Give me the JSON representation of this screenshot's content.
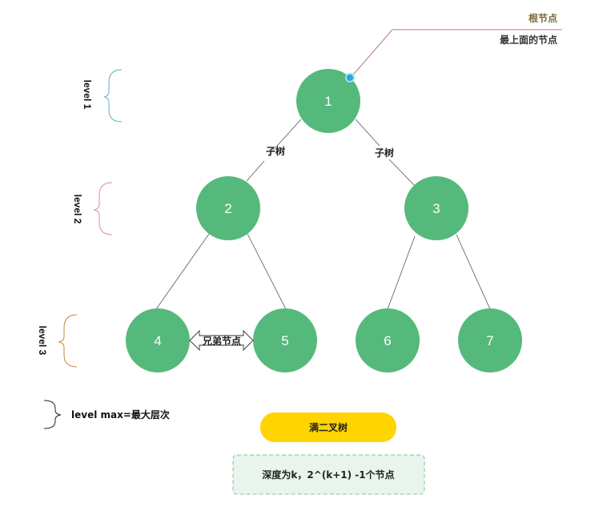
{
  "callout": {
    "title": "根节点",
    "subtitle": "最上面的节点"
  },
  "nodes": [
    {
      "id": "n1",
      "label": "1"
    },
    {
      "id": "n2",
      "label": "2"
    },
    {
      "id": "n3",
      "label": "3"
    },
    {
      "id": "n4",
      "label": "4"
    },
    {
      "id": "n5",
      "label": "5"
    },
    {
      "id": "n6",
      "label": "6"
    },
    {
      "id": "n7",
      "label": "7"
    }
  ],
  "edge_labels": {
    "left": "子树",
    "right": "子树"
  },
  "levels": {
    "l1": "level 1",
    "l2": "level 2",
    "l3": "level 3"
  },
  "sibling_label": "兄弟节点",
  "level_max": "level max=最大层次",
  "full_tree_label": "满二叉树",
  "depth_formula": "深度为k，2^(k+1) -1个节点",
  "colors": {
    "node_fill": "#55b97b",
    "pill_fill": "#ffd400",
    "box_fill": "#e8f4ec",
    "box_border": "#7fc49a",
    "brace_level1": "#5fb0c0",
    "brace_level2": "#e08a9a",
    "brace_level3": "#c08a40",
    "callout_line": "#a05060"
  }
}
